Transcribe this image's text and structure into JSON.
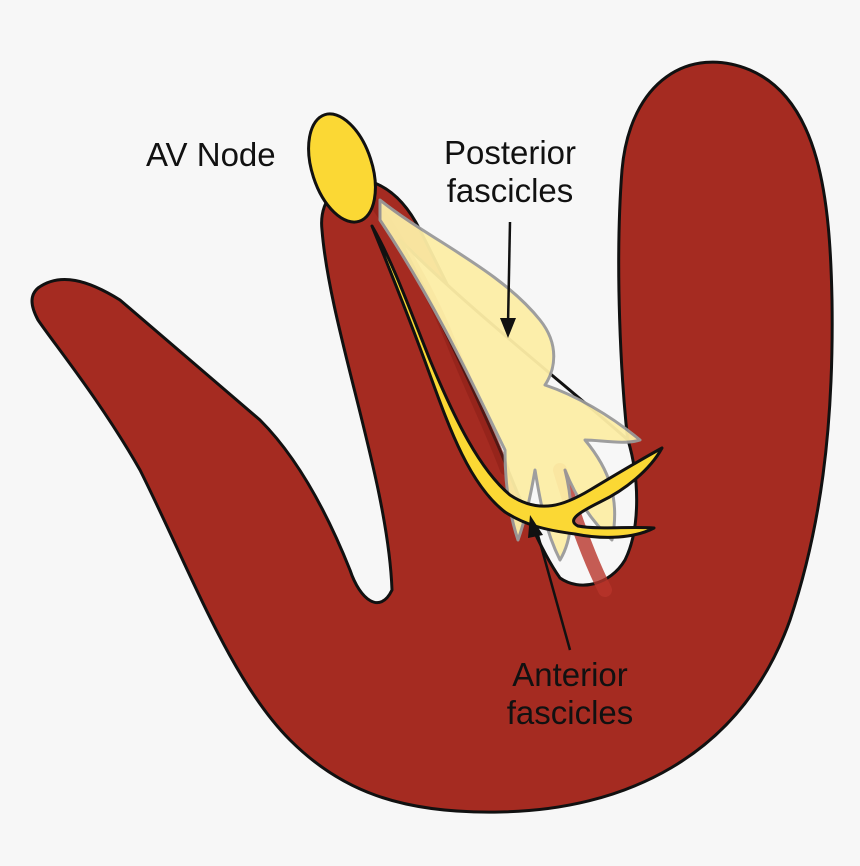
{
  "labels": {
    "av_node": "AV Node",
    "posterior": {
      "line1": "Posterior",
      "line2": "fascicles"
    },
    "anterior": {
      "line1": "Anterior",
      "line2": "fascicles"
    }
  },
  "colors": {
    "background": "#f7f7f7",
    "myocardium": "#a52b21",
    "conduction_yellow": "#fbd834",
    "posterior_fascicle_fill": "#fdeea6",
    "outline": "#111111"
  }
}
